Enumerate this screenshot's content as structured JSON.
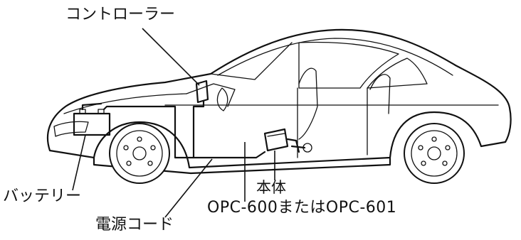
{
  "labels": {
    "controller": "コントローラー",
    "battery": "バッテリー",
    "main_unit": "本体",
    "model": "OPC-600またはOPC-601",
    "power_cord": "電源コード"
  }
}
